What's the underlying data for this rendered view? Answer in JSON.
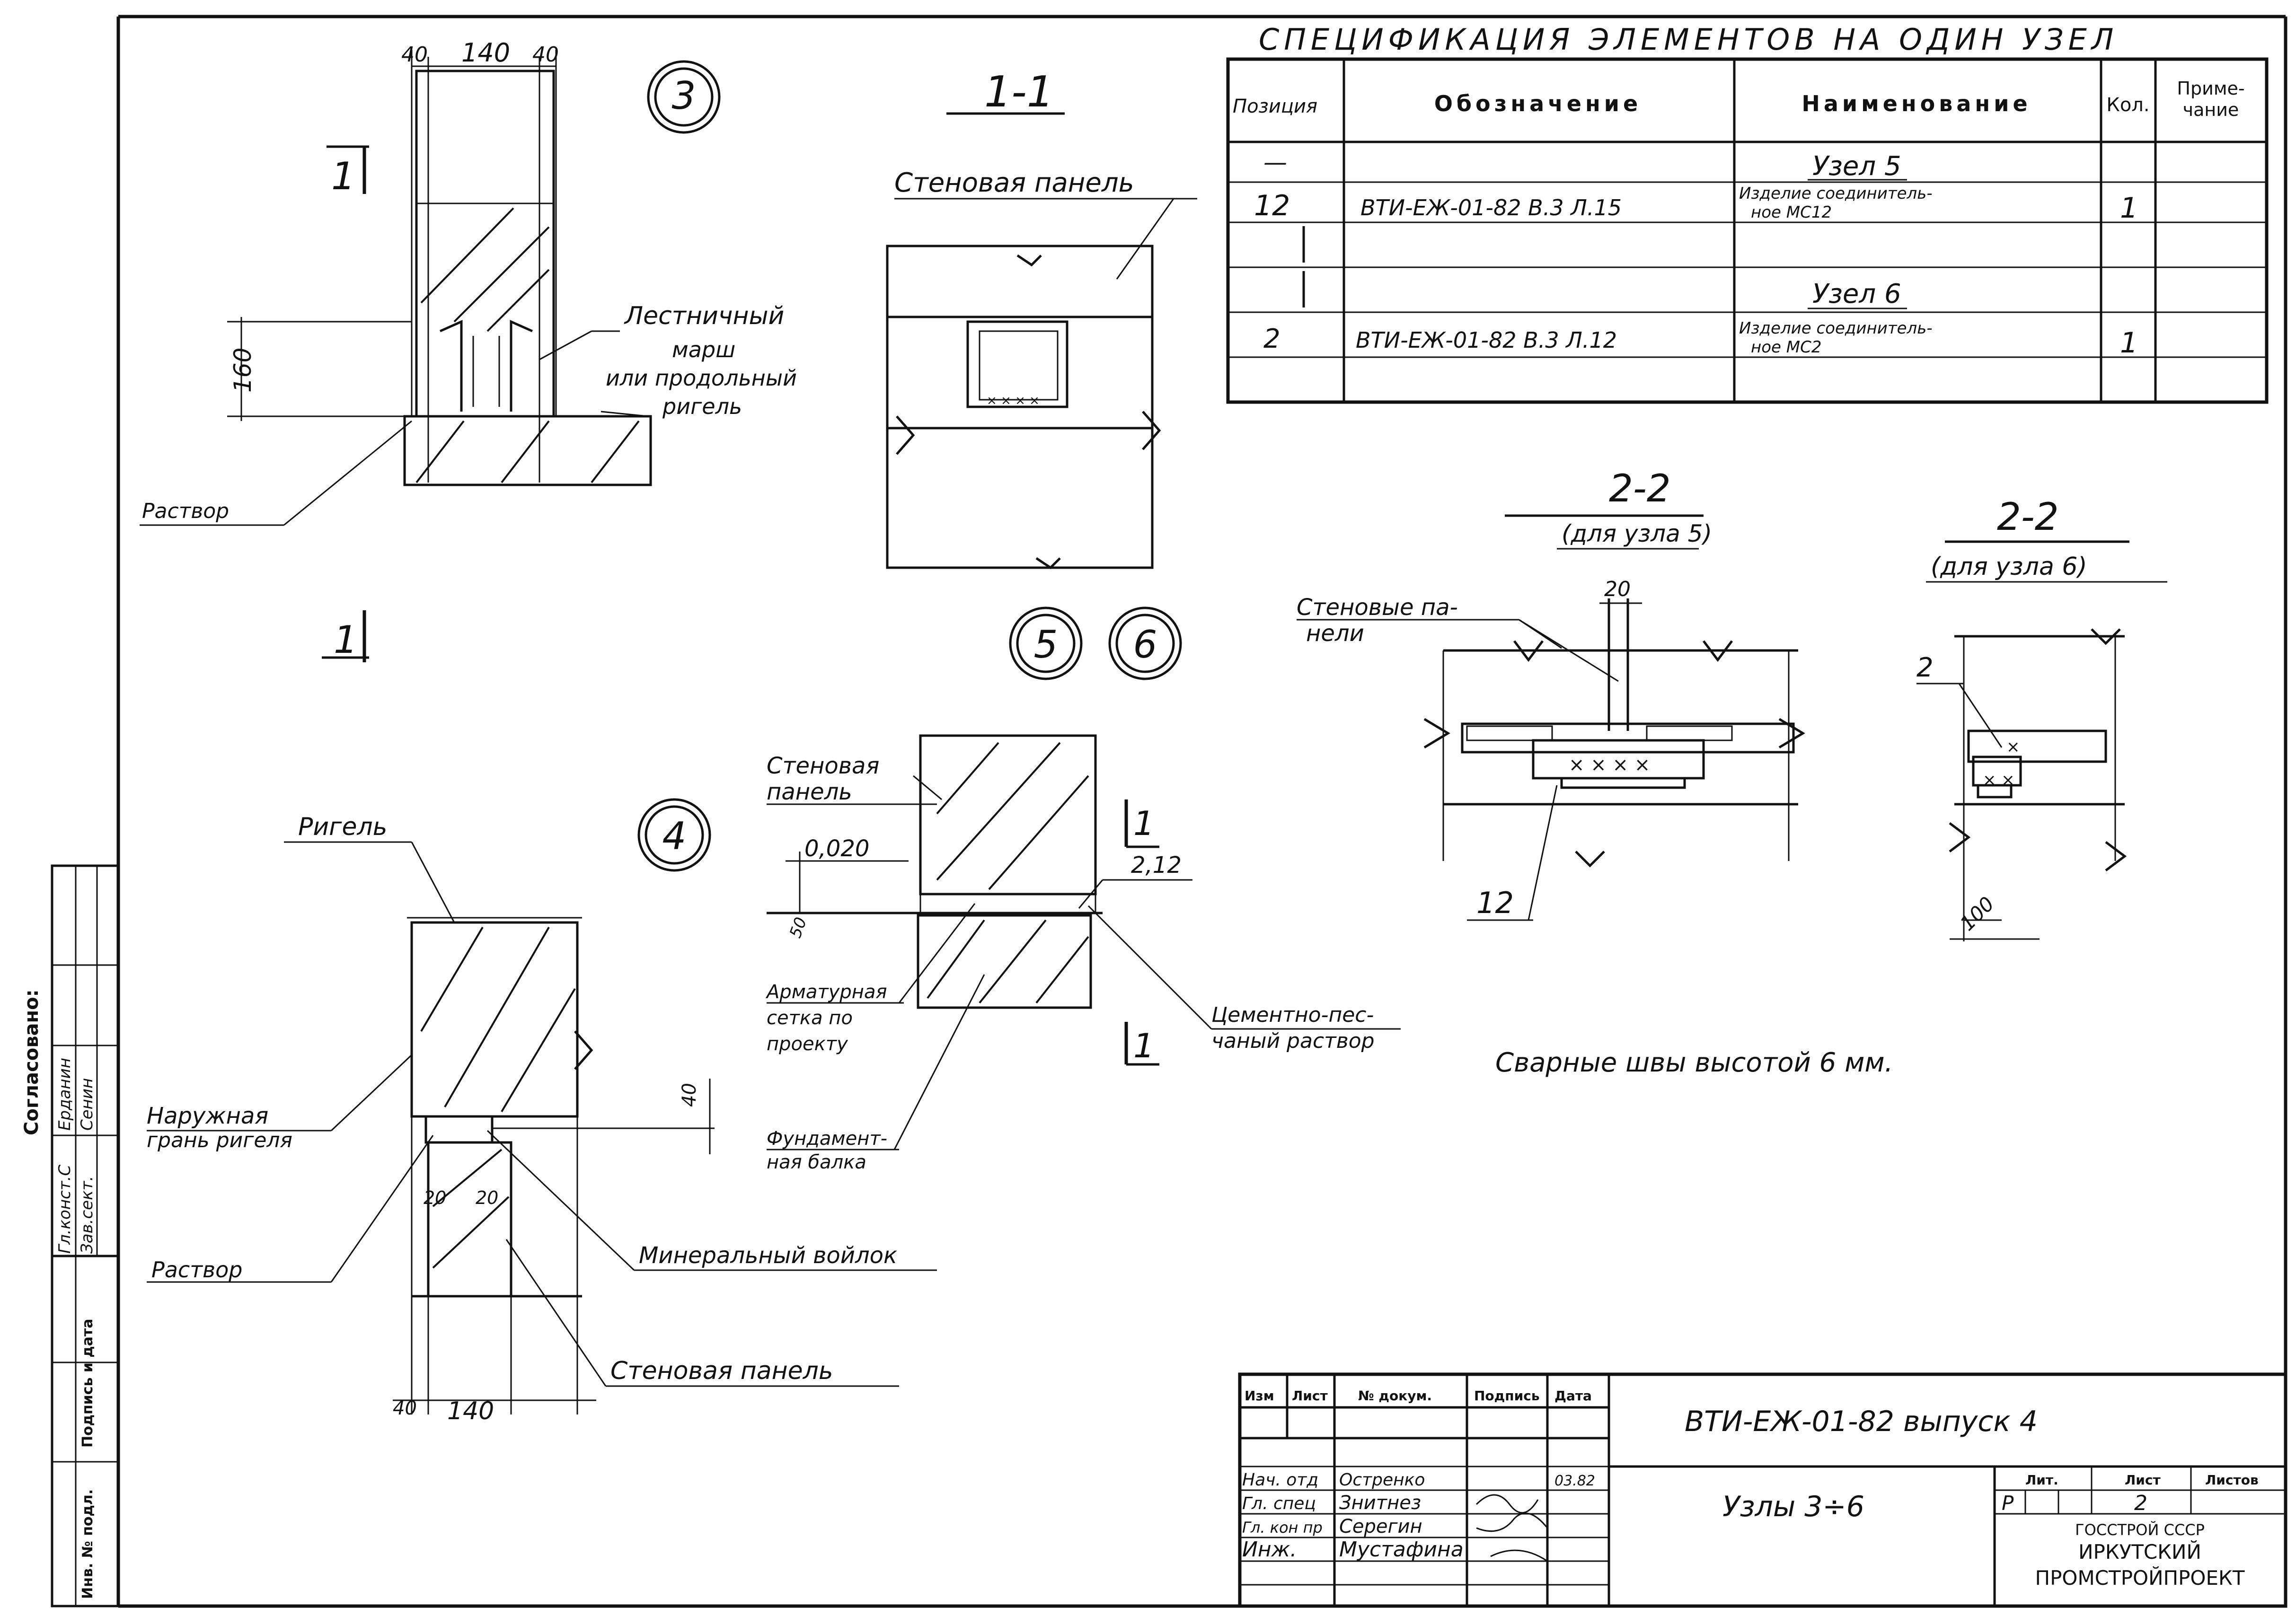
{
  "spec": {
    "title": "СПЕЦИФИКАЦИЯ ЭЛЕМЕНТОВ НА ОДИН УЗЕЛ",
    "col_pos": "Позиция",
    "col_code": "Обозначение",
    "col_name": "Наименование",
    "col_qty": "Кол.",
    "col_note1": "Приме-",
    "col_note2": "чание",
    "rows": [
      {
        "pos": "—",
        "code": "",
        "name1": "Узел 5",
        "name2": "",
        "qty": ""
      },
      {
        "pos": "12",
        "code": "ВТИ-ЕЖ-01-82 В.3 Л.15",
        "name1": "Изделие соединитель-",
        "name2": "ное МС12",
        "qty": "1"
      },
      {
        "pos": "",
        "code": "",
        "name1": "",
        "name2": "",
        "qty": ""
      },
      {
        "pos": "",
        "code": "",
        "name1": "Узел 6",
        "name2": "",
        "qty": ""
      },
      {
        "pos": "2",
        "code": "ВТИ-ЕЖ-01-82 В.3 Л.12",
        "name1": "Изделие соединитель-",
        "name2": "ное МС2",
        "qty": "1"
      },
      {
        "pos": "",
        "code": "",
        "name1": "",
        "name2": "",
        "qty": ""
      }
    ]
  },
  "node3": {
    "circle": "3",
    "dim_40a": "40",
    "dim_140": "140",
    "dim_40b": "40",
    "dim_160": "160",
    "cut_mark": "1",
    "label_stair": "Лестничный",
    "label_stair2": "марш",
    "label_stair3": "или продольный",
    "label_stair4": "ригель",
    "label_mortar": "Раствор"
  },
  "section11": {
    "title": "1-1",
    "label_panel": "Стеновая панель"
  },
  "node4": {
    "circle": "4",
    "label_rigel": "Ригель",
    "label_outer1": "Наружная",
    "label_outer2": "грань ригеля",
    "label_mortar": "Раствор",
    "label_wool": "Минеральный войлок",
    "label_panel": "Стеновая панель",
    "dim_40": "40",
    "dim_20a": "20",
    "dim_20b": "20",
    "dim_40b": "40",
    "dim_140": "140",
    "cut_mark": "1"
  },
  "node56": {
    "circle5": "5",
    "circle6": "6",
    "label_panel1": "Стеновая",
    "label_panel2": "панель",
    "elev1": "0,020",
    "elev2": "2,12",
    "dim_50": "50",
    "label_mesh1": "Арматурная",
    "label_mesh2": "сетка по",
    "label_mesh3": "проекту",
    "label_cement1": "Цементно-пес-",
    "label_cement2": "чаный раствор",
    "label_found1": "Фундамент-",
    "label_found2": "ная балка",
    "cut_mark_top": "1",
    "cut_mark_bot": "1"
  },
  "section22a": {
    "title": "2-2",
    "subtitle": "(для узла 5)",
    "label_panels1": "Стеновые па-",
    "label_panels2": "нели",
    "dim_20": "20",
    "pos": "12"
  },
  "section22b": {
    "title": "2-2",
    "subtitle": "(для узла 6)",
    "pos": "2",
    "dim_100": "100"
  },
  "weld_note": "Сварные швы высотой 6 мм.",
  "titleblock": {
    "h_izm": "Изм",
    "h_list": "Лист",
    "h_doc": "№ докум.",
    "h_sign": "Подпись",
    "h_date": "Дата",
    "code": "ВТИ-ЕЖ-01-82 выпуск 4",
    "name": "Узлы 3÷6",
    "stage_h": "Лит.",
    "sheet_h": "Лист",
    "sheets_h": "Листов",
    "stage": "Р",
    "sheet": "2",
    "org1": "ГОССТРОЙ СССР",
    "org2": "ИРКУТСКИЙ",
    "org3": "ПРОМСТРОЙПРОЕКТ",
    "people": [
      {
        "role": "Нач. отд",
        "name": "Остренко",
        "date": "03.82"
      },
      {
        "role": "Гл. спец",
        "name": "Знитнез",
        "date": ""
      },
      {
        "role": "Гл. кон пр",
        "name": "Серегин",
        "date": ""
      },
      {
        "role": "Инж.",
        "name": "Мустафина",
        "date": ""
      }
    ]
  },
  "side": {
    "agreed": "Согласовано:",
    "row1": "Гл.конст.С",
    "row2": "Зав.сект.",
    "sign_date": "Подпись и дата",
    "inv": "Инв. № подл.",
    "name1": "Ерданин",
    "name2": "Сенин"
  }
}
